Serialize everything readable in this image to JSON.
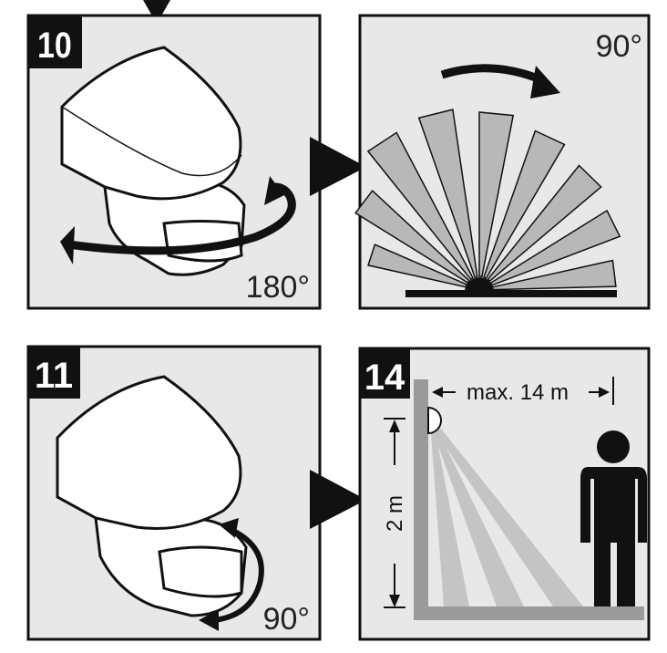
{
  "panels": {
    "p10": {
      "number": "10",
      "angle": "180°"
    },
    "fan": {
      "angle": "90°"
    },
    "p11": {
      "number": "11",
      "angle": "90°"
    },
    "p14": {
      "number": "14",
      "range": "max. 14 m",
      "height": "2 m"
    }
  },
  "colors": {
    "panel_bg": "#e8e8e8",
    "ink": "#111111",
    "wall": "#9a9a9a",
    "beam": "#c4c4c4"
  }
}
